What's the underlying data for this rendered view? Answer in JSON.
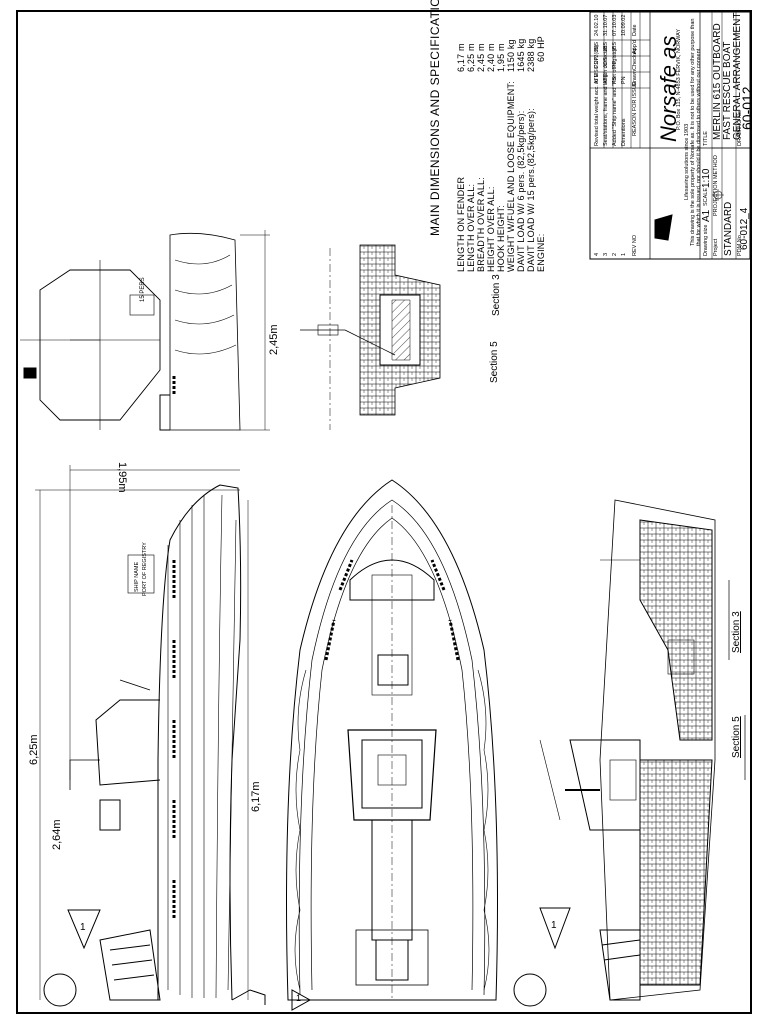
{
  "specs": {
    "title": "MAIN DIMENSIONS AND SPECIFICATIONS",
    "rows": [
      {
        "label": "LENGTH ON FENDER",
        "value": "6,17 m"
      },
      {
        "label": "LENGTH OVER ALL:",
        "value": "6,25 m"
      },
      {
        "label": "BREADTH OVER ALL:",
        "value": "2,45 m"
      },
      {
        "label": "HEIGHT OVER ALL:",
        "value": "2,40 m"
      },
      {
        "label": "HOOK HEIGHT:",
        "value": "1,95 m"
      },
      {
        "label": "WEIGHT W/FUEL AND LOOSE EQUIPMENT:",
        "value": "1150 kg"
      },
      {
        "label": "DAVIT LOAD W/ 6 pers. (82,5kg/pers):",
        "value": "1645 kg"
      },
      {
        "label": "DAVIT LOAD W/ 15 pers.(82,5kg/pers):",
        "value": "2388 kg"
      },
      {
        "label": "ENGINE:",
        "value": "60 HP"
      }
    ]
  },
  "title_block": {
    "revisions": [
      {
        "rev": "4",
        "text": "Revised total weight acc. to MSC.272(85)",
        "by": "ATE",
        "chk": "PDP",
        "app": "JBS",
        "date": "24.02.10"
      },
      {
        "rev": "3",
        "text": "Seat/stations, frame and length corrected",
        "by": "ATE",
        "chk": "JOS",
        "app": "JBS",
        "date": "31.10.07"
      },
      {
        "rev": "2",
        "text": "Added \"Ship name\" and \"Port of registry\"",
        "by": "KS",
        "chk": "PP",
        "app": "JBS",
        "date": "07.10.03"
      },
      {
        "rev": "1",
        "text": "Dimentions",
        "by": "PN",
        "chk": "",
        "app": "",
        "date": "10.09.02"
      }
    ],
    "rev_header": {
      "rev": "REV NO",
      "reason": "REASON FOR ISSUE",
      "drawn": "Drawn",
      "checked": "Checked",
      "approved": "App'd",
      "date": "Date"
    },
    "company": "Norsafe as",
    "address": "P.O. Box 115, N-4853 FERVIK, NORWAY",
    "tagline": "Lifesaving solutions since 1903",
    "notice": "This drawing is the sole property of Norsafe as. It is not to be used for any other purpose than that for which it is issued, nor should it be disclosed to others without our consent.",
    "drawing_size_label": "Drawing size",
    "drawing_size": "A1",
    "scale_label": "SCALE",
    "scale": "1:10",
    "projection_label": "PROJECTION METHOD",
    "project_label": "Project",
    "project": "STANDARD",
    "title_label": "TITLE",
    "title_lines": [
      "MERLIN 615 OUTBOARD",
      "FAST RESCUE BOAT",
      "GENERAL ARRANGEMENT"
    ],
    "drawing_no_label": "DRAWING No.",
    "drawing_no": "60-012",
    "pdm_label": "PDM No.",
    "pdm_no": "60-012_4"
  },
  "dimensions": {
    "loa": "6,25m",
    "lof": "6,17m",
    "hook_height": "1,95m",
    "console_height": "2,64m",
    "breadth": "2,45m"
  },
  "sections": {
    "section3": "Section 3",
    "section5": "Section 5"
  },
  "hull_text": {
    "ship_name": "SHIP NAME",
    "port": "PORT OF REGISTRY",
    "max_pers": "15 PERS"
  },
  "markers": {
    "triangle_label": "1"
  }
}
